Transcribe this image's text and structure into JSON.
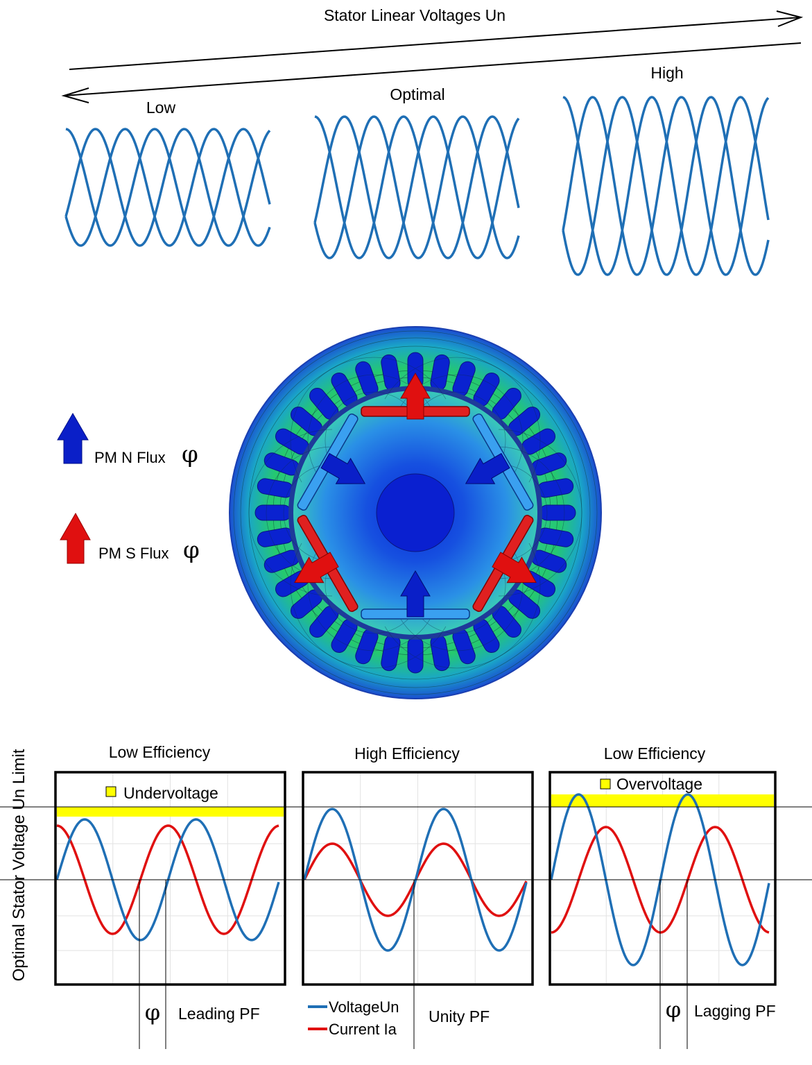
{
  "top": {
    "title": "Stator Linear Voltages Un",
    "low_label": "Low",
    "optimal_label": "Optimal",
    "high_label": "High",
    "wave_color": "#1f6fb5"
  },
  "motor": {
    "pm_n_label": "PM N Flux",
    "pm_s_label": "PM S Flux",
    "phi_symbol": "φ",
    "n_color": "#0a1fc8",
    "s_color": "#e01010"
  },
  "bottom": {
    "ylabel": "Optimal Stator Voltage Un Limit",
    "panels": [
      {
        "title": "Low Efficiency",
        "band_label": "Undervoltage",
        "pf_label": "Leading PF",
        "phi": "φ"
      },
      {
        "title": "High Efficiency",
        "pf_label": "Unity PF"
      },
      {
        "title": "Low Efficiency",
        "band_label": "Overvoltage",
        "pf_label": "Lagging PF",
        "phi": "φ"
      }
    ],
    "legend": {
      "voltage": "VoltageUn",
      "current": "Current Ia"
    },
    "voltage_color": "#1f6fb5",
    "current_color": "#e01010",
    "band_color": "#ffff00"
  }
}
